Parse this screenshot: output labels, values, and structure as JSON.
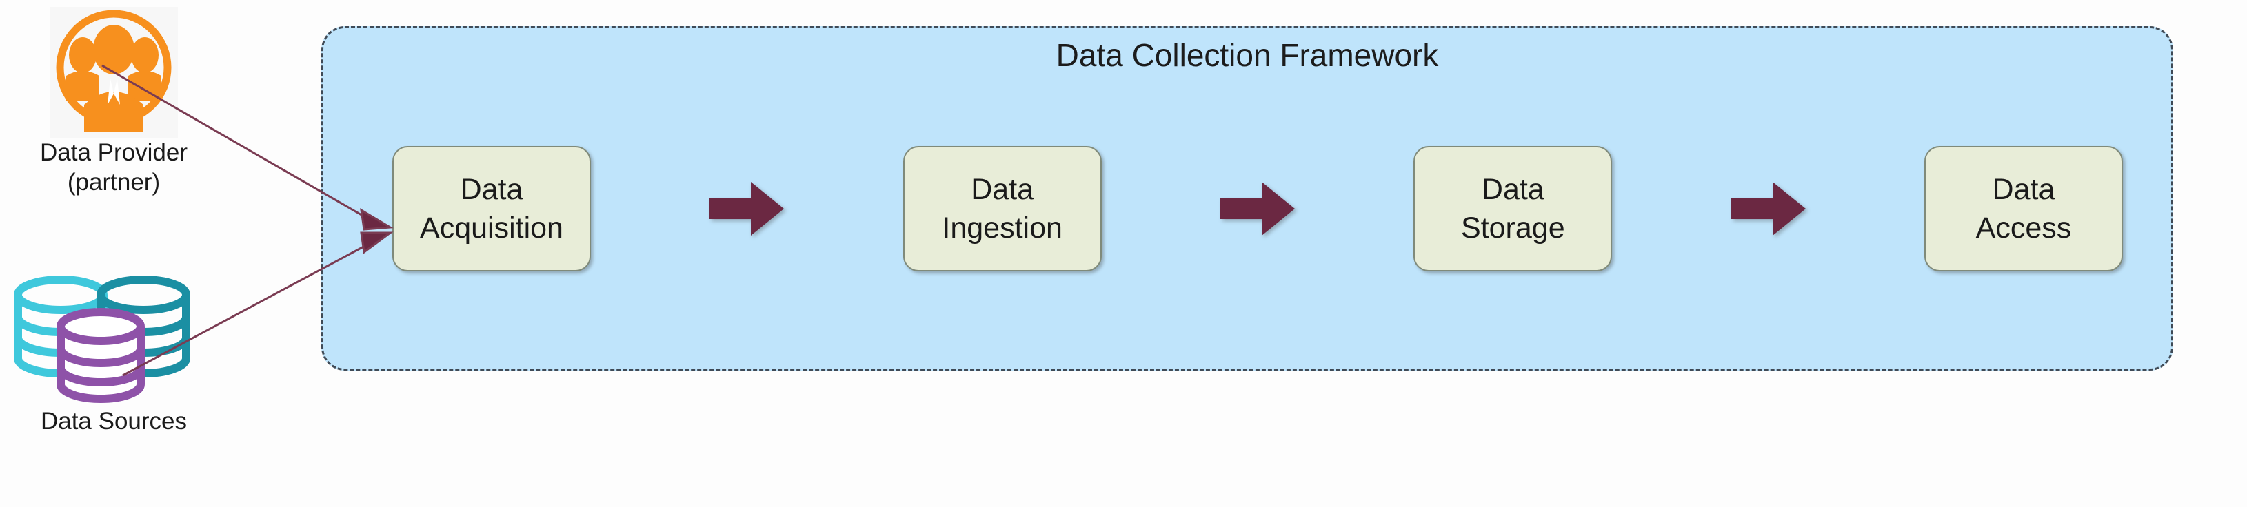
{
  "diagram": {
    "title": "Data Collection Framework",
    "colors": {
      "framework_fill": "#BFE4FB",
      "framework_border": "#3F4A56",
      "stage_fill": "#E8EDD8",
      "stage_border": "#7F8A7A",
      "arrow": "#6B2842",
      "connector_line": "#7A3B52",
      "provider_icon": "#F7901E",
      "source_cyan": "#3FC8DC",
      "source_teal": "#1B8FA3",
      "source_purple": "#8E52A8",
      "text": "#1A1A1A"
    }
  },
  "actors": [
    {
      "id": "data-provider",
      "icon": "users-circle-icon",
      "label_line1": "Data Provider",
      "label_line2": "(partner)"
    },
    {
      "id": "data-sources",
      "icon": "database-stack-icon",
      "label_line1": "Data Sources",
      "label_line2": ""
    }
  ],
  "pipeline": {
    "stages": [
      {
        "id": "data-acquisition",
        "line1": "Data",
        "line2": "Acquisition"
      },
      {
        "id": "data-ingestion",
        "line1": "Data",
        "line2": "Ingestion"
      },
      {
        "id": "data-storage",
        "line1": "Data",
        "line2": "Storage"
      },
      {
        "id": "data-access",
        "line1": "Data",
        "line2": "Access"
      }
    ],
    "arrows": [
      {
        "id": "arrow-acquisition-to-ingestion",
        "glyph": "right-arrow-icon"
      },
      {
        "id": "arrow-ingestion-to-storage",
        "glyph": "right-arrow-icon"
      },
      {
        "id": "arrow-storage-to-access",
        "glyph": "right-arrow-icon"
      }
    ]
  },
  "connectors": [
    {
      "id": "provider-to-acquisition",
      "from": "data-provider",
      "to": "data-acquisition"
    },
    {
      "id": "sources-to-acquisition",
      "from": "data-sources",
      "to": "data-acquisition"
    }
  ]
}
